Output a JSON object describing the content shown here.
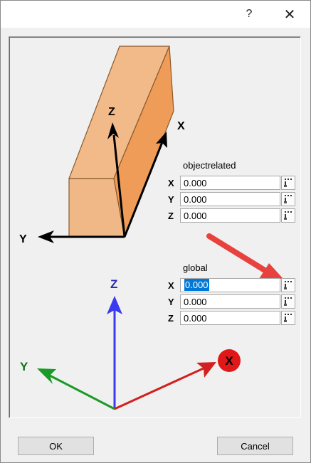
{
  "titlebar": {
    "help_glyph": "?",
    "close_glyph": "✕"
  },
  "illustration": {
    "box_axis_labels": {
      "x": "X",
      "y": "Y",
      "z": "Z"
    },
    "global_axis_labels": {
      "x": "X",
      "y": "Y",
      "z": "Z"
    },
    "colors": {
      "box_front": "#f0b886",
      "box_side": "#ee9c57",
      "box_edge": "#8a5a2b",
      "x_axis": "#d21f1f",
      "y_axis": "#1a9a26",
      "z_axis": "#3a3af0",
      "pointer_arrow": "#e8423f"
    }
  },
  "object_related": {
    "title": "objectrelated",
    "fields": [
      {
        "axis": "X",
        "value": "0.000"
      },
      {
        "axis": "Y",
        "value": "0.000"
      },
      {
        "axis": "Z",
        "value": "0.000"
      }
    ]
  },
  "global": {
    "title": "global",
    "fields": [
      {
        "axis": "X",
        "value": "0.000",
        "selected": true
      },
      {
        "axis": "Y",
        "value": "0.000"
      },
      {
        "axis": "Z",
        "value": "0.000"
      }
    ]
  },
  "buttons": {
    "ok": "OK",
    "cancel": "Cancel"
  },
  "icons": {
    "pick_button": "pick-point-icon"
  }
}
